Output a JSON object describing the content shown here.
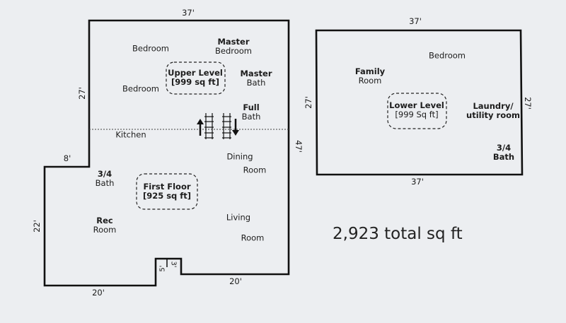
{
  "plan_left": {
    "dims": {
      "top": "37'",
      "left_upper": "27'",
      "right": "47'",
      "step": "8'",
      "left_lower": "22'",
      "bottom_left": "20'",
      "bottom_right": "20'",
      "notch_a": "5'",
      "notch_b": "3'"
    },
    "upper_level": {
      "title": "Upper Level",
      "area": "[999 sq ft]",
      "bedroom_1": "Bedroom",
      "bedroom_2": "Bedroom",
      "master_bedroom_1": "Master",
      "master_bedroom_2": "Bedroom",
      "master_bath_1": "Master",
      "master_bath_2": "Bath",
      "full_bath_1": "Full",
      "full_bath_2": "Bath"
    },
    "first_floor": {
      "title": "First Floor",
      "area": "[925 sq ft]",
      "kitchen": "Kitchen",
      "dining_1": "Dining",
      "dining_2": "Room",
      "bath34_1": "3/4",
      "bath34_2": "Bath",
      "rec_1": "Rec",
      "rec_2": "Room",
      "living_1": "Living",
      "living_2": "Room"
    }
  },
  "plan_right": {
    "dims": {
      "top": "37'",
      "bottom": "37'",
      "left": "27'",
      "right": "27'"
    },
    "lower_level": {
      "title": "Lower Level",
      "area": "[999 Sq ft]",
      "bedroom": "Bedroom",
      "family_1": "Family",
      "family_2": "Room",
      "laundry_1": "Laundry/",
      "laundry_2": "utility room",
      "bath34_1": "3/4",
      "bath34_2": "Bath"
    }
  },
  "total": "2,923 total sq ft"
}
